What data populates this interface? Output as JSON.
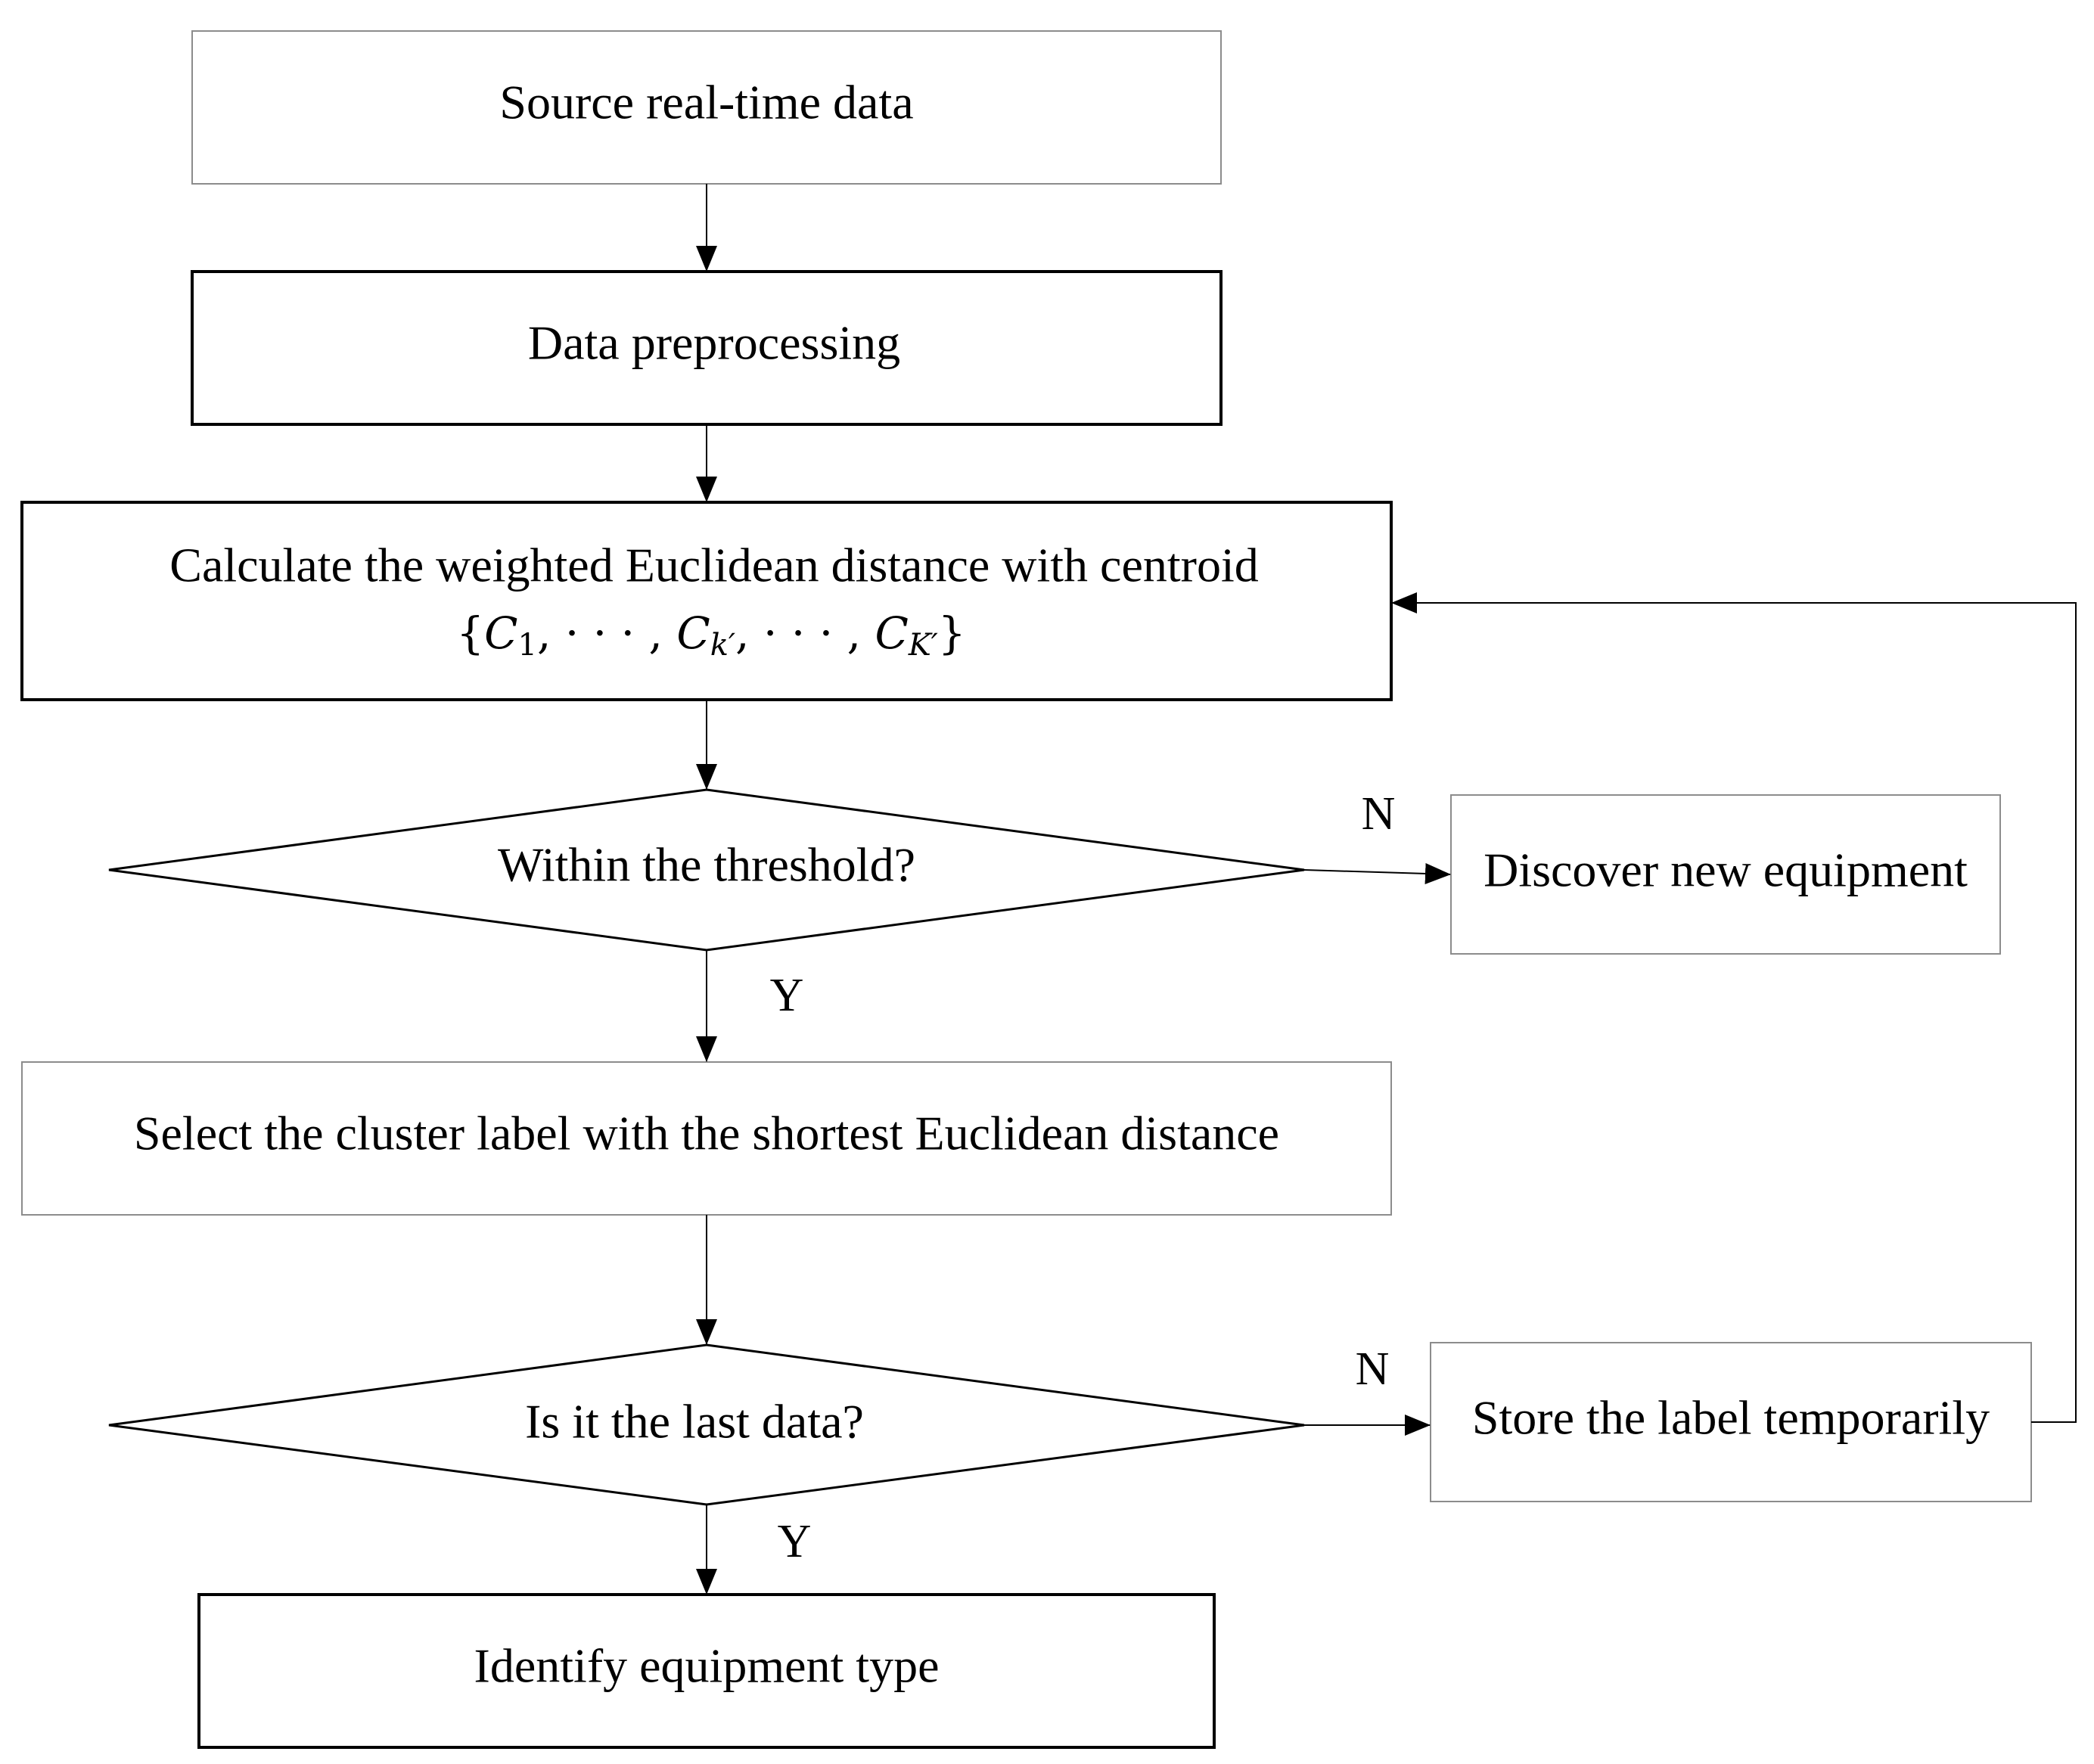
{
  "nodes": {
    "source": {
      "label": "Source real-time data"
    },
    "preprocess": {
      "label": "Data preprocessing"
    },
    "calculate": {
      "label": "Calculate the weighted Euclidean distance with centroid",
      "formula": {
        "open": "{",
        "c1_base": "C",
        "c1_sub": "1",
        "sep1": ", · · · , ",
        "ck_base": "C",
        "ck_sub": "k′",
        "sep2": ", · · · , ",
        "cK_base": "C",
        "cK_sub": "K′",
        "close": "}"
      }
    },
    "threshold": {
      "label": "Within the threshold?"
    },
    "discover": {
      "label": "Discover new equipment"
    },
    "select": {
      "label": "Select the cluster label with the shortest Euclidean distance"
    },
    "last": {
      "label": "Is it the last data?"
    },
    "store": {
      "label": "Store the label temporarily"
    },
    "identify": {
      "label": "Identify equipment type"
    }
  },
  "edges": {
    "threshold_no": "N",
    "threshold_yes": "Y",
    "last_no": "N",
    "last_yes": "Y"
  },
  "colors": {
    "line": "#000000",
    "thin_border": "#8c8c8c",
    "background": "#ffffff"
  }
}
